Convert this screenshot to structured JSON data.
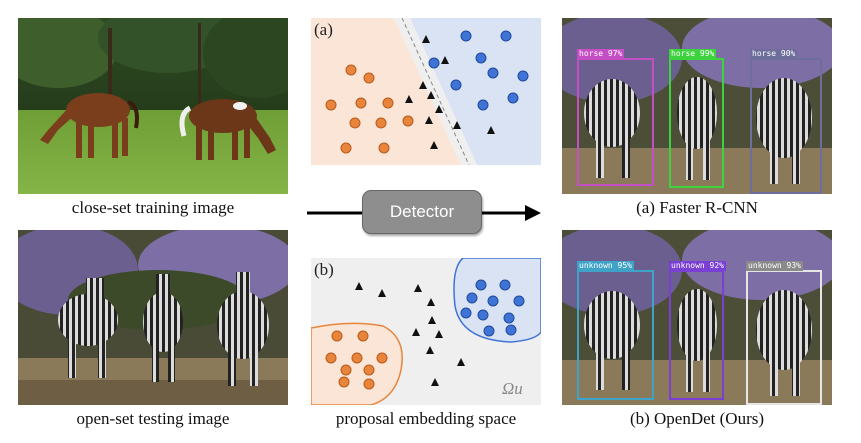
{
  "left_panel": {
    "train_caption": "close-set training image",
    "test_caption": "open-set testing image"
  },
  "middle_panel": {
    "panel_a_label": "(a)",
    "panel_b_label": "(b)",
    "detector_label": "Detector",
    "embedding_caption": "proposal embedding space",
    "omega_label": "Ωu"
  },
  "right_panel": {
    "faster_rcnn_caption": "(a) Faster R-CNN",
    "opendet_caption": "(b) OpenDet (Ours)",
    "faster_rcnn_boxes": [
      "horse 97%",
      "horse 99%",
      "horse 90%"
    ],
    "opendet_boxes": [
      "unknown 95%",
      "unknown 92%",
      "unknown 93%"
    ]
  },
  "colors": {
    "orange_points": "#e8853d",
    "blue_points": "#3f74d6",
    "orange_region": "#fbe5d6",
    "blue_region": "#dae3f3",
    "box_magenta": "#c44fc4",
    "box_green": "#3fd23f",
    "box_slate": "#6e6e9c",
    "box_teal": "#3fa3c8",
    "box_purple": "#7a3fd4",
    "box_white": "#e6e6e6"
  }
}
